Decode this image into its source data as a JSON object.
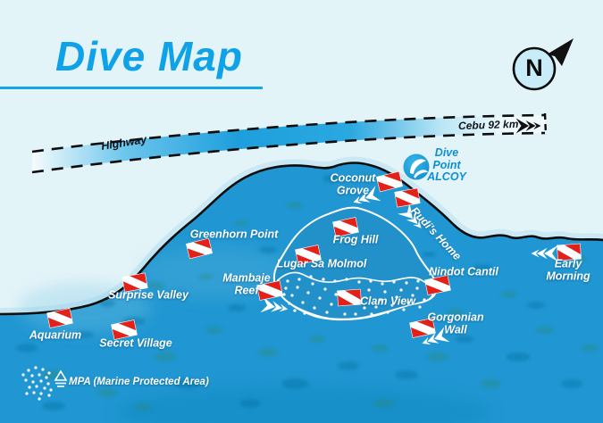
{
  "title": "Dive Map",
  "compass": {
    "cardinal": "N"
  },
  "highway": {
    "label": "Highway",
    "destination": "Cebu  92 km"
  },
  "logo": {
    "name": "Dive\nPoint\nALCOY"
  },
  "legend": {
    "mpa_label": "MPA (Marine Protected Area)"
  },
  "sites": [
    {
      "id": "coconut-grove",
      "name": "Coconut\nGrove"
    },
    {
      "id": "rudis-home",
      "name": "Rudi's Home"
    },
    {
      "id": "greenhorn-point",
      "name": "Greenhorn Point"
    },
    {
      "id": "frog-hill",
      "name": "Frog Hill"
    },
    {
      "id": "lugar-sa-molmol",
      "name": "Lugar Sa Molmol"
    },
    {
      "id": "mambaje-reef",
      "name": "Mambaje\nReef"
    },
    {
      "id": "clam-view",
      "name": "Clam View"
    },
    {
      "id": "nindot-cantil",
      "name": "Nindot Cantil"
    },
    {
      "id": "gorgonian-wall",
      "name": "Gorgonian\nWall"
    },
    {
      "id": "early-morning",
      "name": "Early\nMorning"
    },
    {
      "id": "surprise-valley",
      "name": "Surprise Valley"
    },
    {
      "id": "aquarium",
      "name": "Aquarium"
    },
    {
      "id": "secret-village",
      "name": "Secret Village"
    }
  ],
  "colors": {
    "accent_blue": "#10a2e8",
    "sea": "#2097d2",
    "land": "#e3f4f8",
    "flag_red": "#e32119",
    "reef_fill": "#2391c9"
  }
}
